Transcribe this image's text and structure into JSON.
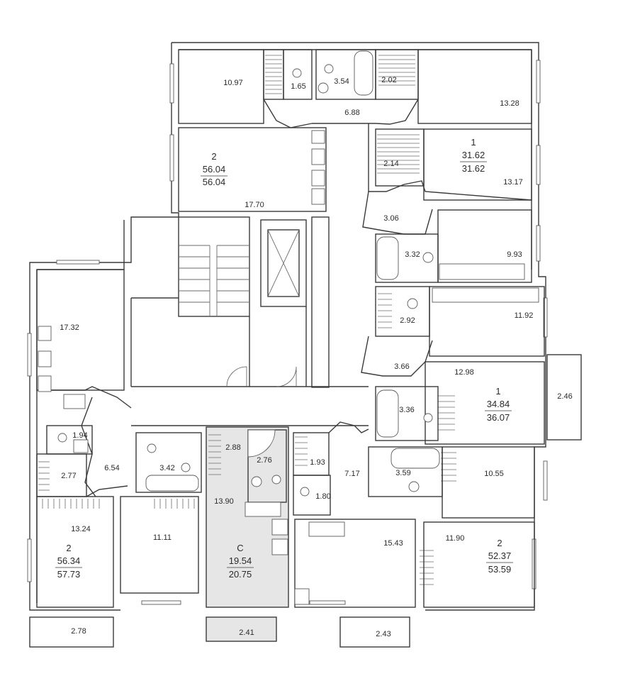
{
  "colors": {
    "wall": "#3a3a3a",
    "highlight": "#e6e6e6",
    "text": "#2b2b2b",
    "background": "#ffffff"
  },
  "rooms": [
    {
      "id": "r1",
      "area": "10.97"
    },
    {
      "id": "r2",
      "area": "1.65"
    },
    {
      "id": "r3",
      "area": "3.54"
    },
    {
      "id": "r4",
      "area": "2.02"
    },
    {
      "id": "r5",
      "area": "6.88"
    },
    {
      "id": "r6",
      "area": "13.28"
    },
    {
      "id": "r7",
      "area": "17.70"
    },
    {
      "id": "r8",
      "area": "2.14"
    },
    {
      "id": "r9",
      "area": "13.17"
    },
    {
      "id": "r10",
      "area": "3.06"
    },
    {
      "id": "r11",
      "area": "3.32"
    },
    {
      "id": "r12",
      "area": "9.93"
    },
    {
      "id": "r13",
      "area": "17.32"
    },
    {
      "id": "r14",
      "area": "2.92"
    },
    {
      "id": "r15",
      "area": "11.92"
    },
    {
      "id": "r16",
      "area": "3.66"
    },
    {
      "id": "r17",
      "area": "12.98"
    },
    {
      "id": "r18",
      "area": "2.46"
    },
    {
      "id": "r19",
      "area": "3.36"
    },
    {
      "id": "r20",
      "area": "1.94"
    },
    {
      "id": "r21",
      "area": "2.88"
    },
    {
      "id": "r22",
      "area": "2.76"
    },
    {
      "id": "r23",
      "area": "1.93"
    },
    {
      "id": "r24",
      "area": "7.17"
    },
    {
      "id": "r25",
      "area": "3.59"
    },
    {
      "id": "r26",
      "area": "10.55"
    },
    {
      "id": "r27",
      "area": "6.54"
    },
    {
      "id": "r28",
      "area": "2.77"
    },
    {
      "id": "r29",
      "area": "3.42"
    },
    {
      "id": "r30",
      "area": "13.90"
    },
    {
      "id": "r31",
      "area": "1.80"
    },
    {
      "id": "r32",
      "area": "13.24"
    },
    {
      "id": "r33",
      "area": "11.11"
    },
    {
      "id": "r34",
      "area": "15.43"
    },
    {
      "id": "r35",
      "area": "11.90"
    },
    {
      "id": "r36",
      "area": "2.78"
    },
    {
      "id": "r37",
      "area": "2.41"
    },
    {
      "id": "r38",
      "area": "2.43"
    }
  ],
  "apartments": [
    {
      "id": "a1",
      "rooms": "2",
      "area_total": "56.04",
      "area_full": "56.04"
    },
    {
      "id": "a2",
      "rooms": "1",
      "area_total": "31.62",
      "area_full": "31.62"
    },
    {
      "id": "a3",
      "rooms": "1",
      "area_total": "34.84",
      "area_full": "36.07"
    },
    {
      "id": "a4",
      "rooms": "2",
      "area_total": "56.34",
      "area_full": "57.73"
    },
    {
      "id": "a5",
      "rooms": "C",
      "area_total": "19.54",
      "area_full": "20.75"
    },
    {
      "id": "a6",
      "rooms": "2",
      "area_total": "52.37",
      "area_full": "53.59"
    }
  ]
}
